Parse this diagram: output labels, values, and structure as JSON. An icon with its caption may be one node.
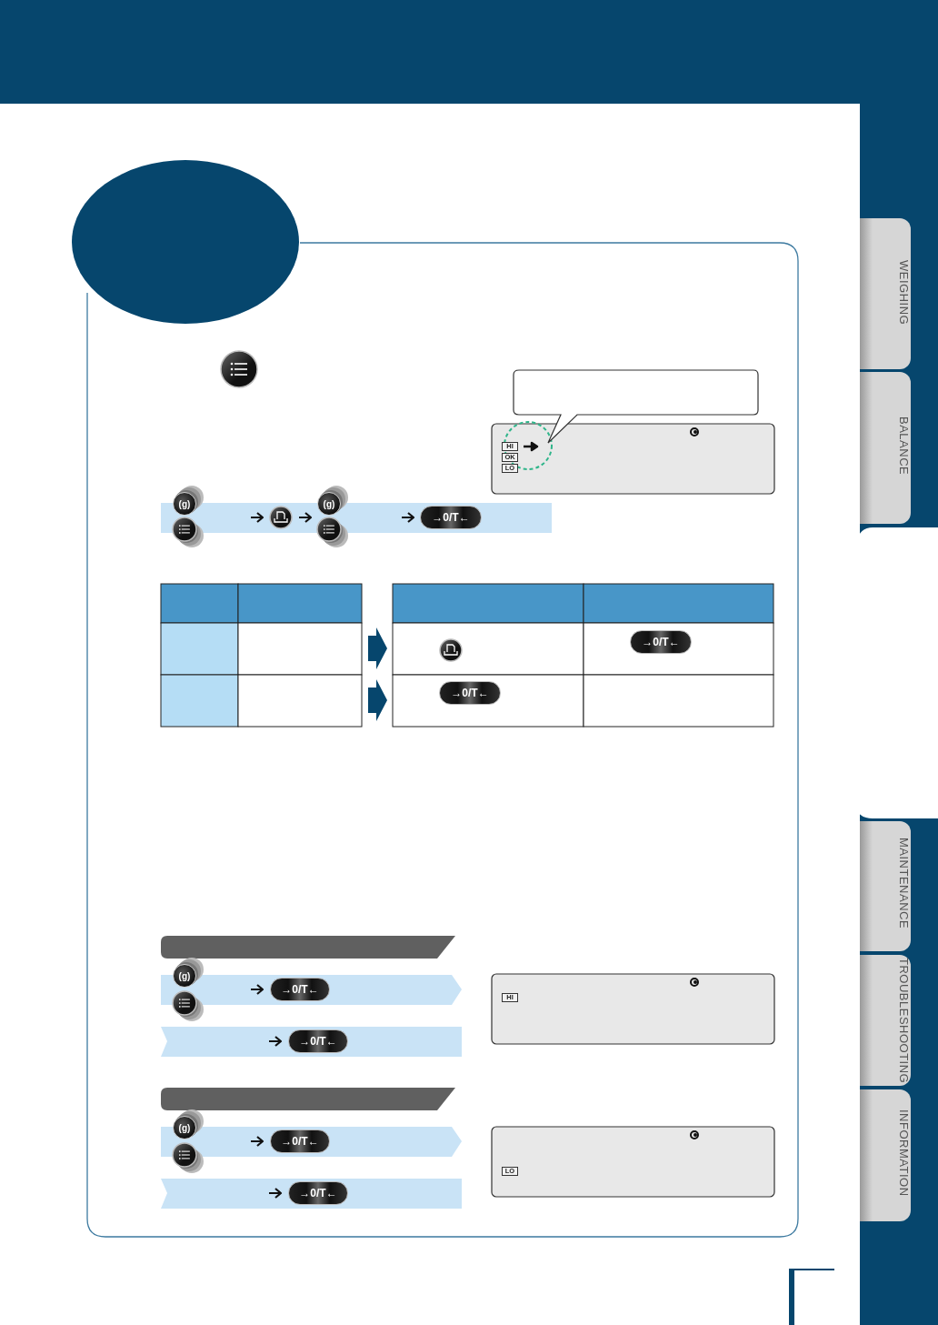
{
  "diagram": {
    "nodes": [
      {
        "text": [],
        "shape": "ellipse"
      },
      {
        "text": [],
        "shape": "callout"
      },
      {
        "text": [],
        "shape": "tab"
      }
    ],
    "labels": [
      "(g)",
      "(g)",
      "→0/T←",
      "HI",
      "OK",
      "LO",
      "→0/T←",
      "→0/T←",
      "(g)",
      "→0/T←",
      "→0/T←",
      "HI",
      "(g)",
      "→0/T←",
      "→0/T←",
      "LO",
      "WEIGHING",
      "BALANCE",
      "MAINTENANCE",
      "TROUBLESHOOTING",
      "INFORMATION"
    ]
  }
}
